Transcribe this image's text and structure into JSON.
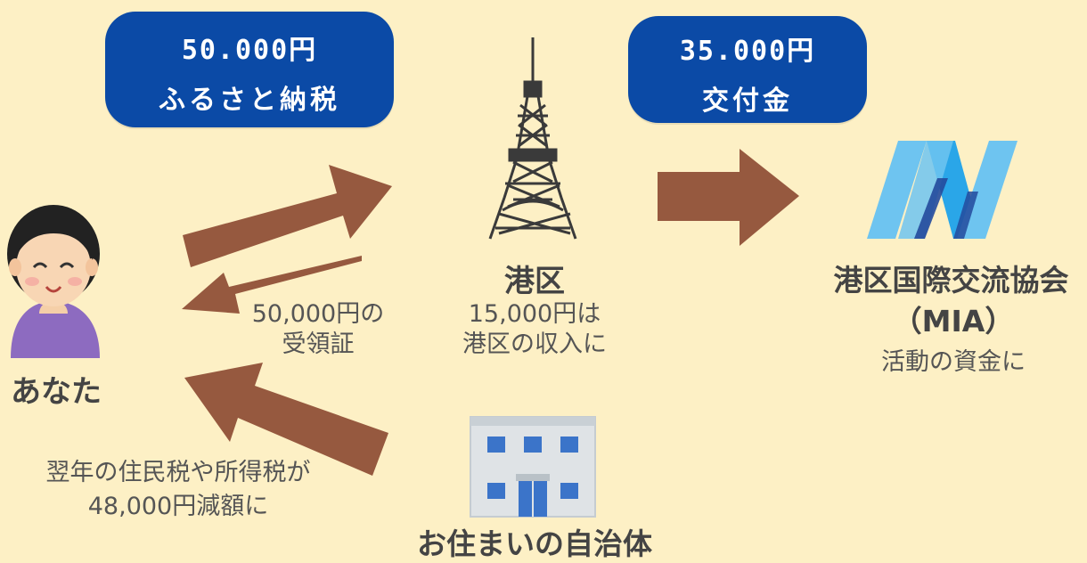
{
  "badges": {
    "furusato": {
      "amount": "50.000円",
      "label": "ふるさと納税"
    },
    "grant": {
      "amount": "35.000円",
      "label": "交付金"
    }
  },
  "you": {
    "label": "あなた"
  },
  "receipt": {
    "line1": "50,000円の",
    "line2": "受領証"
  },
  "minato": {
    "title": "港区",
    "line1": "15,000円は",
    "line2": "港区の収入に"
  },
  "mia": {
    "title": "港区国際交流協会",
    "abbr": "（MIA）",
    "desc": "活動の資金に"
  },
  "tax": {
    "line1": "翌年の住民税や所得税が",
    "line2": "48,000円減額に"
  },
  "municipality": {
    "label": "お住まいの自治体"
  },
  "colors": {
    "background": "#fdf0c5",
    "badge": "#0b4aa6",
    "arrow": "#96593f"
  },
  "icons": [
    "person-icon",
    "tokyo-tower-icon",
    "mia-logo",
    "office-building-icon"
  ]
}
